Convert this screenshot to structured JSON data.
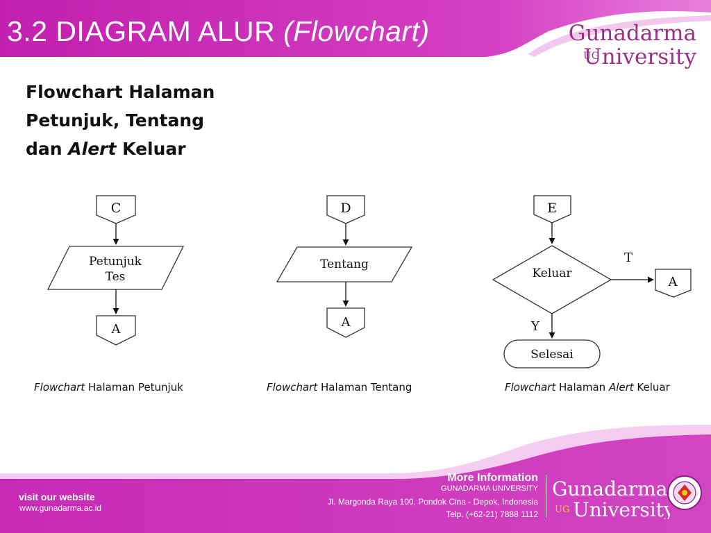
{
  "title": {
    "prefix": "3.2  DIAGRAM ALUR ",
    "italic": "(Flowchart)"
  },
  "brand": {
    "line1": "Gunadarma",
    "ug": "UG",
    "line2": "University"
  },
  "subheading": {
    "line1": "Flowchart Halaman",
    "line2": "Petunjuk, Tentang",
    "line3_prefix": "dan ",
    "line3_italic": "Alert",
    "line3_suffix": " Keluar"
  },
  "flowcharts": {
    "petunjuk": {
      "start": "C",
      "io_line1": "Petunjuk",
      "io_line2": "Tes",
      "end": "A"
    },
    "tentang": {
      "start": "D",
      "io": "Tentang",
      "end": "A"
    },
    "keluar": {
      "start": "E",
      "decision": "Keluar",
      "true_label": "T",
      "true_target": "A",
      "yes_label": "Y",
      "terminal": "Selesai"
    }
  },
  "captions": {
    "c1": {
      "italic": "Flowchart",
      "rest": " Halaman Petunjuk"
    },
    "c2": {
      "italic": "Flowchart",
      "rest": " Halaman Tentang"
    },
    "c3": {
      "italic": "Flowchart",
      "mid": " Halaman ",
      "italic2": "Alert",
      "rest": " Keluar"
    }
  },
  "footer": {
    "visit": "visit our website",
    "url": "www.gunadarma.ac.id",
    "more_info": "More Information",
    "org": "GUNADARMA UNIVERSITY",
    "address": "Jl. Margonda Raya 100, Pondok Cina - Depok, Indonesia",
    "phone": "Telp. (+62-21) 7888 1112"
  },
  "colors": {
    "magenta": "#cc33bb",
    "magenta_dark": "#a0228f",
    "brand": "#9b2f86"
  }
}
